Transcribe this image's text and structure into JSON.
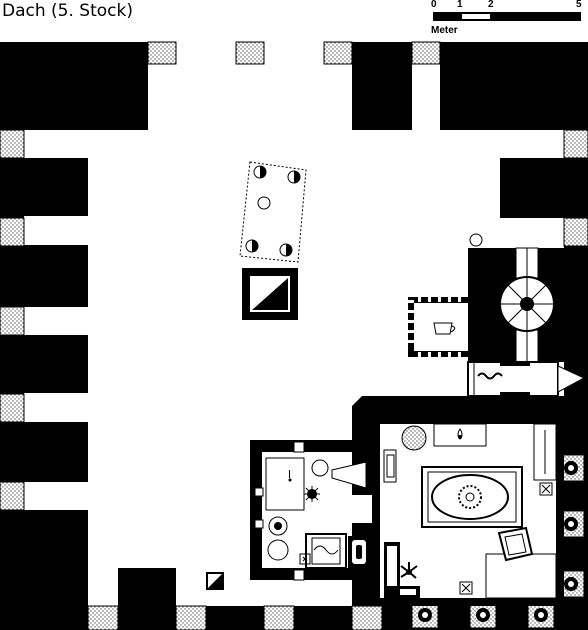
{
  "header": {
    "title": "Dach (5. Stock)"
  },
  "scale_bar": {
    "ticks": [
      "0",
      "1",
      "2",
      "5"
    ],
    "unit_label": "Meter"
  },
  "colors": {
    "wall": "#000000",
    "floor": "#ffffff",
    "window": "#d9d9d9"
  },
  "icons": [
    "table-with-chairs-icon",
    "stair-hatch-icon",
    "fan-icon",
    "cup-icon",
    "wave-icon",
    "flame-icon",
    "bathtub-icon",
    "bed-icon",
    "rug-icon",
    "flower-icon",
    "plant-pot-icon"
  ]
}
